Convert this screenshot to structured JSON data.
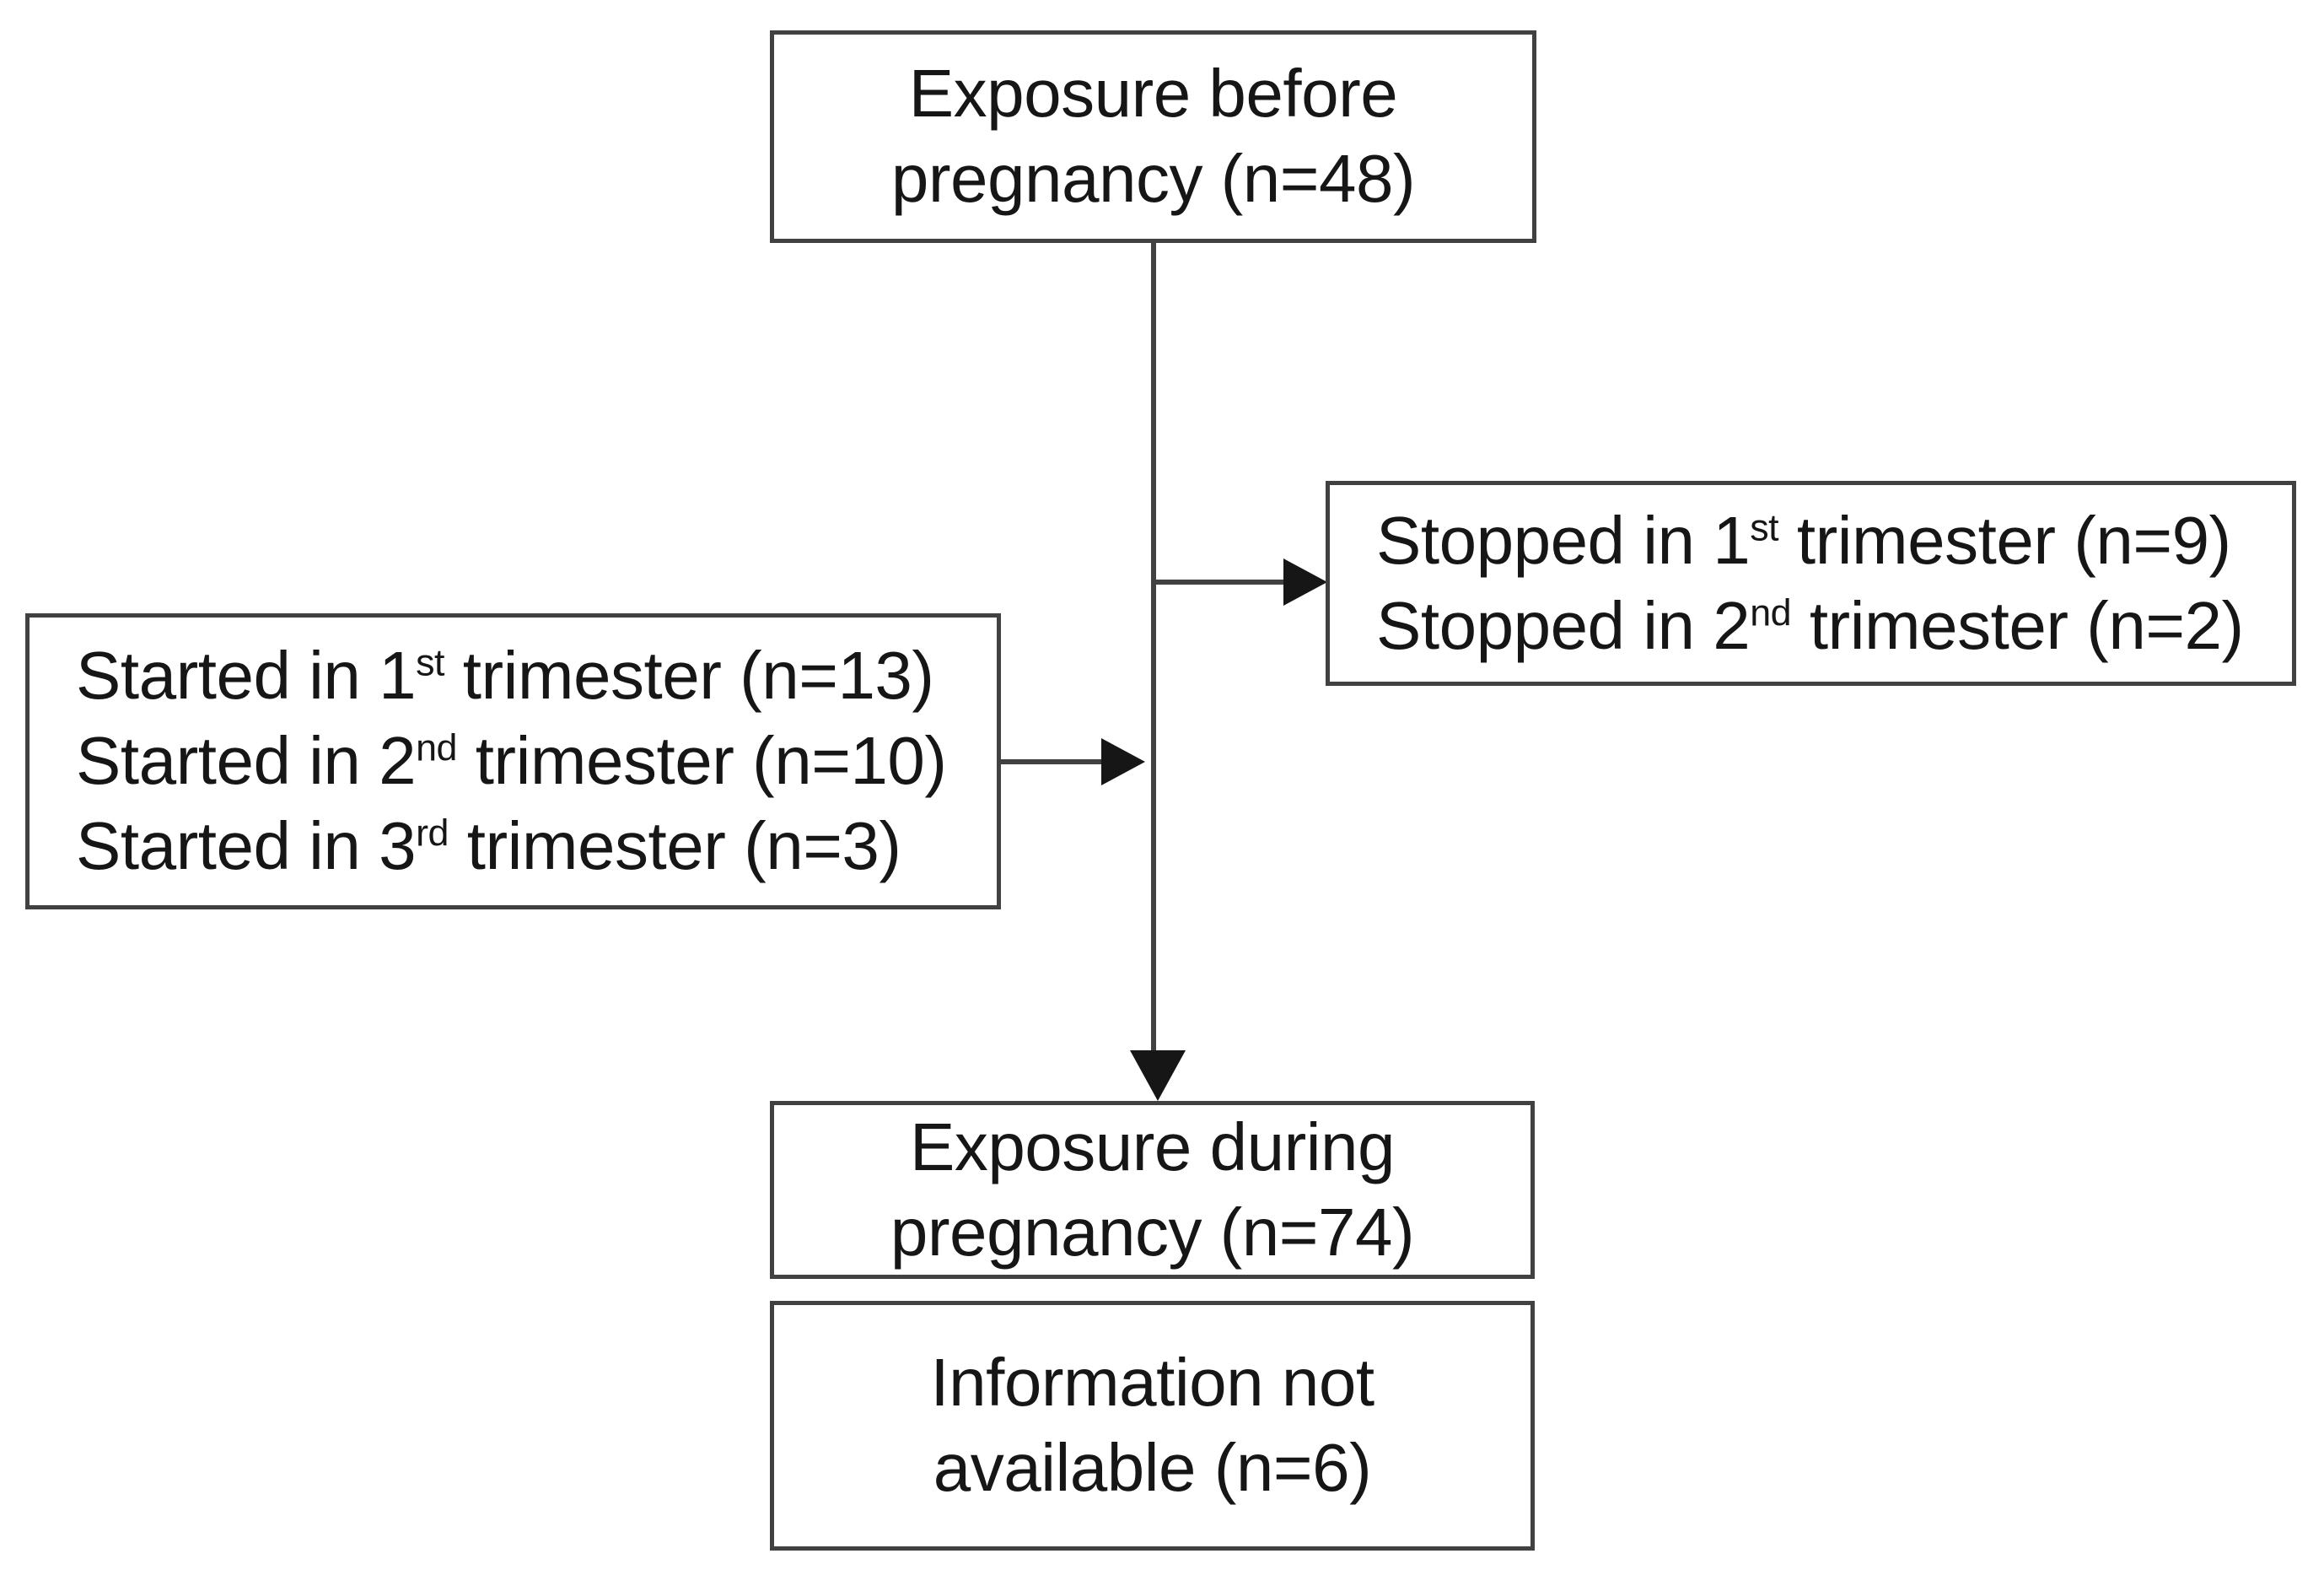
{
  "diagram": {
    "title": "Pregnancy exposure timing flow chart",
    "theme": {
      "background": "#ffffff",
      "box_border": "#414141",
      "connector": "#414141",
      "arrowhead": "#161616",
      "text": "#161616"
    },
    "nodes": {
      "exposure_before": {
        "name": "exposure-before-pregnancy",
        "lines": [
          {
            "text": "Exposure before"
          },
          {
            "text": "pregnancy (n=48)"
          }
        ],
        "count": 48
      },
      "stopped": {
        "name": "stopped-trimesters",
        "lines": [
          {
            "pre": "Stopped in 1",
            "sup": "st",
            "post": " trimester (n=9)"
          },
          {
            "pre": "Stopped in 2",
            "sup": "nd",
            "post": " trimester (n=2)"
          }
        ],
        "counts": [
          9,
          2
        ]
      },
      "started": {
        "name": "started-trimesters",
        "lines": [
          {
            "pre": "Started in 1",
            "sup": "st",
            "post": " trimester (n=13)"
          },
          {
            "pre": "Started in 2",
            "sup": "nd",
            "post": " trimester (n=10)"
          },
          {
            "pre": "Started in 3",
            "sup": "rd",
            "post": " trimester (n=3)"
          }
        ],
        "counts": [
          13,
          10,
          3
        ]
      },
      "exposure_during": {
        "name": "exposure-during-pregnancy",
        "lines": [
          {
            "text": "Exposure during"
          },
          {
            "text": "pregnancy (n=74)"
          }
        ],
        "count": 74
      },
      "info_not_available": {
        "name": "information-not-available",
        "lines": [
          {
            "text": "Information not"
          },
          {
            "text": "available (n=6)"
          }
        ],
        "count": 6
      }
    },
    "edges": [
      {
        "name": "trunk",
        "from": "exposure_before",
        "to": "exposure_during",
        "kind": "vertical-line"
      },
      {
        "name": "trunk-to-stopped",
        "from": "trunk",
        "to": "stopped",
        "kind": "arrow-right"
      },
      {
        "name": "started-to-trunk",
        "from": "started",
        "to": "trunk",
        "kind": "arrow-right"
      },
      {
        "name": "trunk-to-during",
        "from": "trunk",
        "to": "exposure_during",
        "kind": "arrow-down"
      }
    ]
  }
}
